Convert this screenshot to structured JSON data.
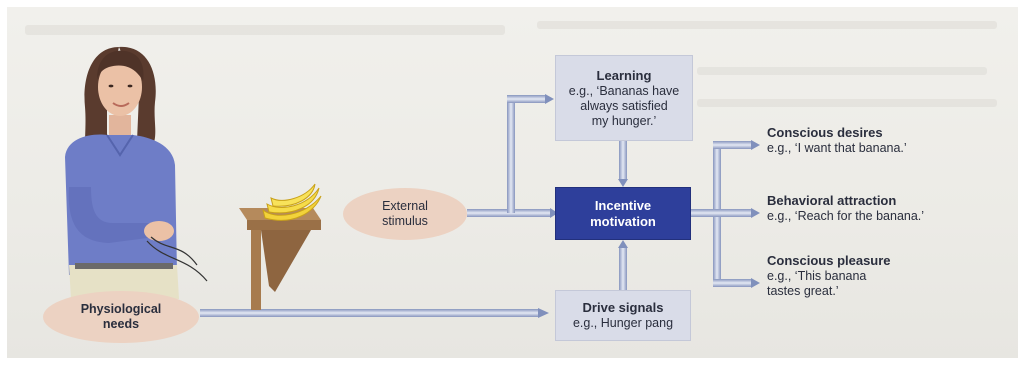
{
  "nodes": {
    "learning": {
      "title": "Learning",
      "lines": [
        "e.g., ‘Bananas have",
        "always satisfied",
        "my hunger.’"
      ]
    },
    "incentive": {
      "lines": [
        "Incentive",
        "motivation"
      ]
    },
    "external": {
      "lines": [
        "External",
        "stimulus"
      ]
    },
    "drive": {
      "title": "Drive signals",
      "example": "e.g., Hunger pang"
    },
    "physiological": {
      "lines": [
        "Physiological",
        "needs"
      ]
    }
  },
  "outcomes": [
    {
      "title": "Conscious desires",
      "lines": [
        "e.g., ‘I want that banana.’"
      ]
    },
    {
      "title": "Behavioral attraction",
      "lines": [
        "e.g., ‘Reach for the banana.’"
      ]
    },
    {
      "title": "Conscious pleasure",
      "lines": [
        "e.g., ‘This banana",
        "tastes great.’"
      ]
    }
  ],
  "colors": {
    "incentive_box": "#2e3f9b",
    "light_box": "#d9dce8",
    "ellipse": "#ecd2c2",
    "connector": "#a9b4d4"
  }
}
